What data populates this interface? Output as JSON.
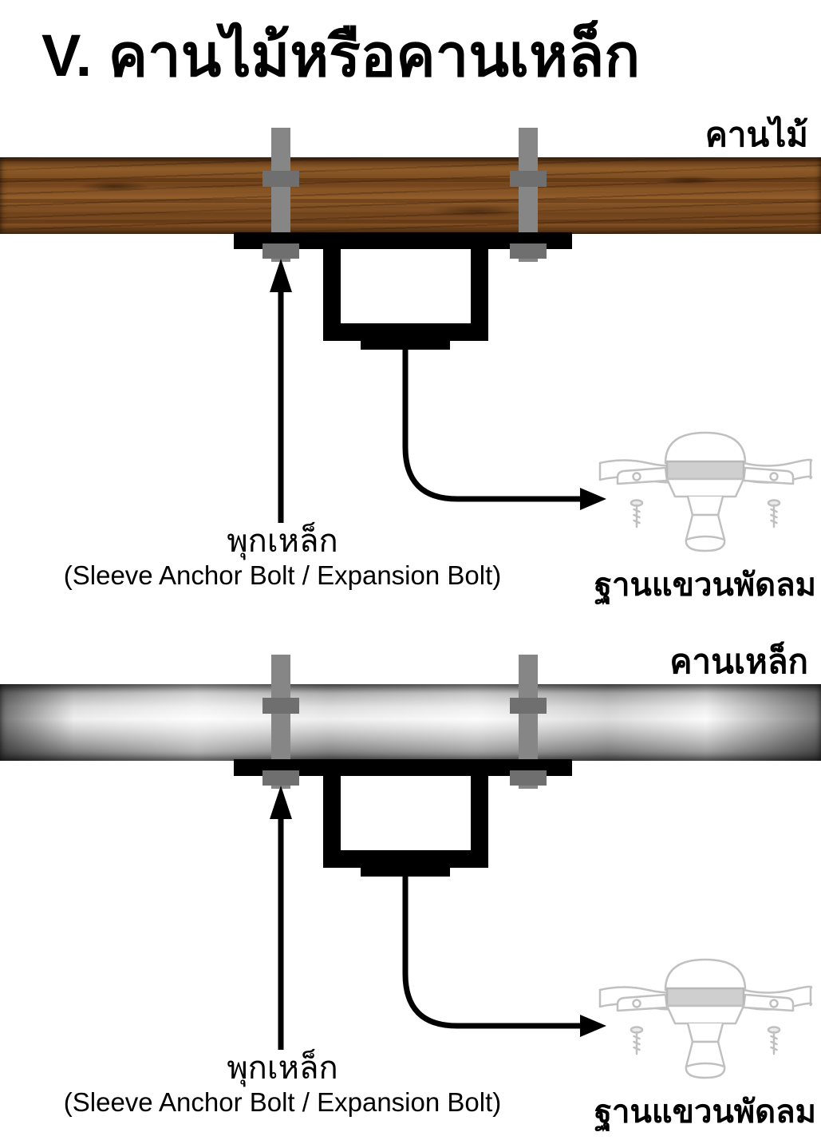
{
  "page": {
    "title": "V. คานไม้หรือคานเหล็ก",
    "background": "#ffffff"
  },
  "colors": {
    "bracket": "#000000",
    "bolt_rod": "#868686",
    "bolt_nut": "#6f6f6f",
    "wood_beam": "#7a4a21",
    "steel_beam": "#c0c0c0",
    "illustration_stroke": "#c0c0c0",
    "text": "#000000"
  },
  "sections": [
    {
      "id": "wood-beam",
      "beam_type": "wood",
      "beam_label": "คานไม้",
      "anchor_label_thai": "พุกเหล็ก",
      "anchor_label_english": "(Sleeve Anchor Bolt / Expansion Bolt)",
      "mount_label": "ฐานแขวนพัดลม"
    },
    {
      "id": "steel-beam",
      "beam_type": "steel",
      "beam_label": "คานเหล็ก",
      "anchor_label_thai": "พุกเหล็ก",
      "anchor_label_english": "(Sleeve Anchor Bolt / Expansion Bolt)",
      "mount_label": "ฐานแขวนพัดลม"
    }
  ]
}
